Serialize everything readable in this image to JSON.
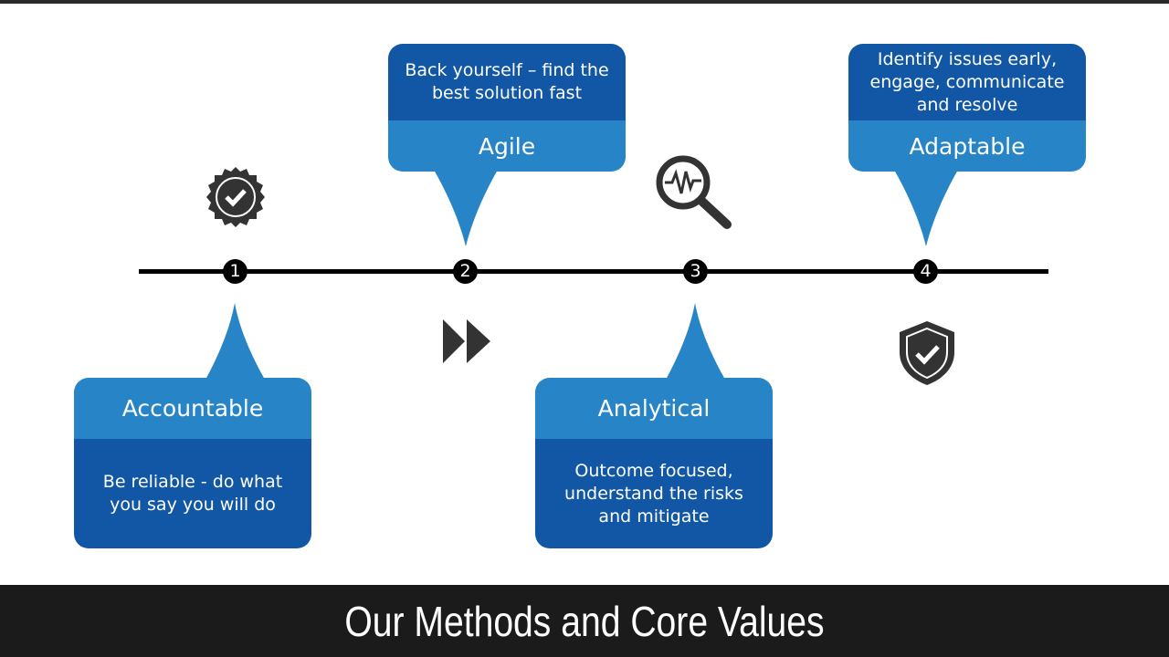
{
  "values": [
    {
      "number": "1",
      "title": "Accountable",
      "description": "Be reliable - do what you say you will do",
      "icon": "badge-check-icon"
    },
    {
      "number": "2",
      "title": "Agile",
      "description": "Back yourself – find the best solution fast",
      "icon": "fast-forward-icon"
    },
    {
      "number": "3",
      "title": "Analytical",
      "description": "Outcome focused, understand the risks and mitigate",
      "icon": "magnifier-pulse-icon"
    },
    {
      "number": "4",
      "title": "Adaptable",
      "description": "Identify issues early, engage, communicate and resolve",
      "icon": "shield-check-icon"
    }
  ],
  "footer": {
    "title": "Our Methods and Core Values"
  },
  "colors": {
    "light_blue": "#2784c7",
    "dark_blue": "#1257a5",
    "footer_bg": "#1b1b1b"
  }
}
